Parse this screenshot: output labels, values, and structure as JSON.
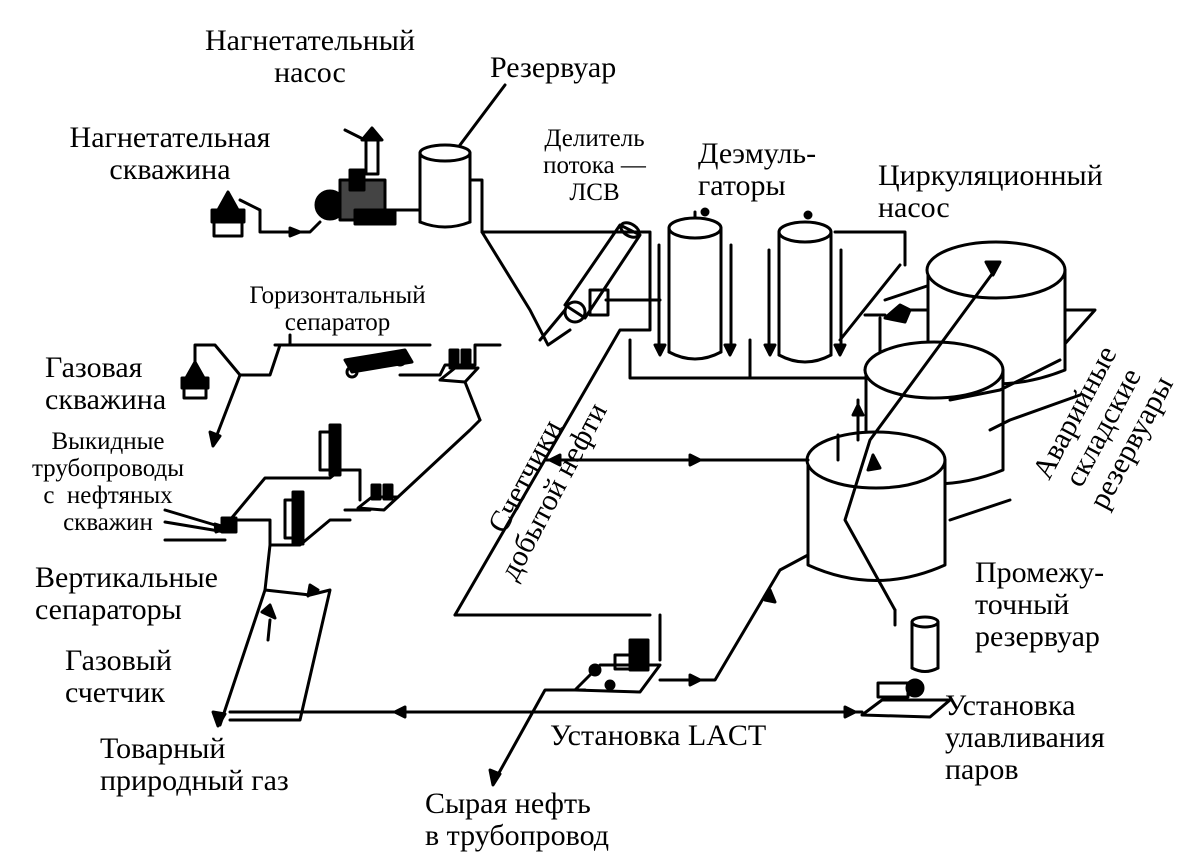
{
  "labels": {
    "injection_pump": "Нагнетательный\nнасос",
    "reservoir": "Резервуар",
    "injection_well": "Нагнетательная\nскважина",
    "flow_splitter": "Делитель\nпотока —\nЛСВ",
    "demulsifiers": "Деэмуль-\nгаторы",
    "circulation_pump": "Циркуляционный\nнасос",
    "horizontal_separator": "Горизонтальный\nсепаратор",
    "gas_well": "Газовая\nскважина",
    "flowlines": "Выкидные\nтрубопроводы\nс  нефтяных\nскважин",
    "vertical_separators": "Вертикальные\nсепараторы",
    "gas_meter": "Газовый\nсчетчик",
    "sales_gas": "Товарный\nприродный газ",
    "crude_to_pipeline": "Сырая нефть\nв трубопровод",
    "lact_unit": "Установка LACT",
    "vapor_recovery": "Установка\nулавливания\nпаров",
    "intermediate_tank": "Промежу-\nточный\nрезервуар",
    "emergency_tanks": "Аварийные\nскладские\nрезервуары",
    "oil_meters": "Счетчики\nдобытой нефти"
  }
}
